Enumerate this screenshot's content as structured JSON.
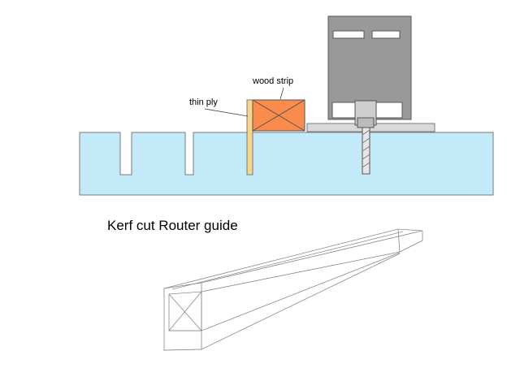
{
  "labels": {
    "thin_ply": "thin ply",
    "wood_strip": "wood strip",
    "caption": "Kerf cut Router guide"
  },
  "colors": {
    "workpiece": "#c2eaf9",
    "thin_ply": "#f9d58a",
    "wood_strip": "#f98c4c",
    "router_body": "#999999",
    "router_base": "#d9d9d9",
    "outline": "#7a7a7a"
  }
}
